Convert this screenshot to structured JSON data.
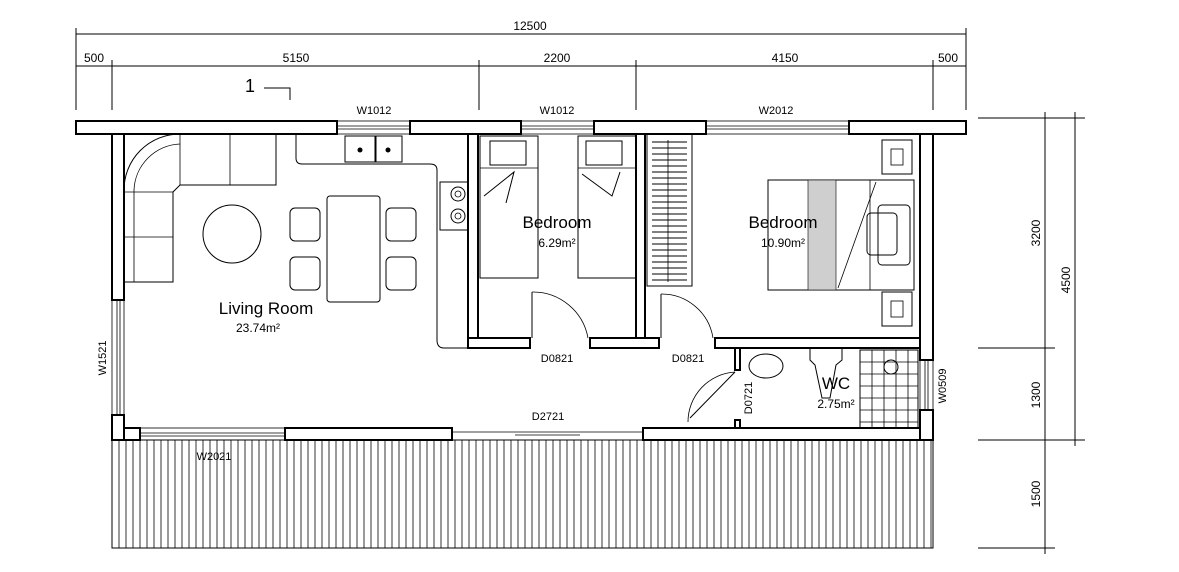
{
  "plan": {
    "section_marker": "1",
    "dimensions": {
      "total_width": "12500",
      "segments_top": [
        "500",
        "5150",
        "2200",
        "4150",
        "500"
      ],
      "segments_right": [
        "3200",
        "1300",
        "1500"
      ],
      "total_depth": "4500"
    },
    "rooms": [
      {
        "name": "Living Room",
        "area": "23.74m²"
      },
      {
        "name": "Bedroom",
        "area": "6.29m²"
      },
      {
        "name": "Bedroom",
        "area": "10.90m²"
      },
      {
        "name": "WC",
        "area": "2.75m²"
      }
    ],
    "openings": {
      "w_living_top": "W1012",
      "w_bed1_top": "W1012",
      "w_bed2_top": "W2012",
      "w_left": "W1521",
      "w_bottom": "W2021",
      "w_wc": "W0509",
      "d_bed1": "D0821",
      "d_bed2": "D0821",
      "d_sliding": "D2721",
      "d_wc": "D0721"
    }
  }
}
